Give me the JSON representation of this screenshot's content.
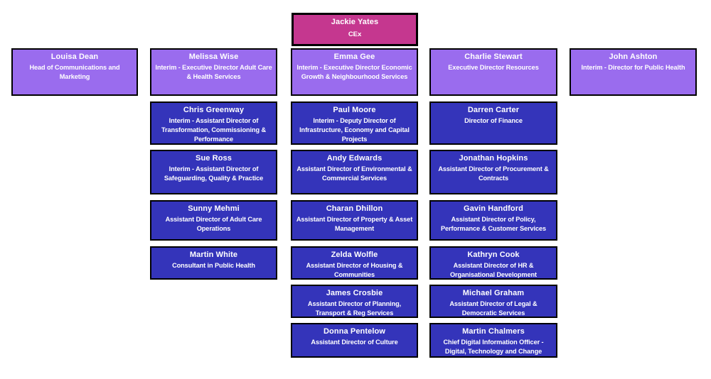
{
  "colors": {
    "ceo_box": "#c5378f",
    "executive_box": "#9a6cee",
    "report_box": "#3434ba",
    "border": "#000000",
    "text": "#ffffff",
    "background": "#ffffff"
  },
  "org_chart": {
    "ceo": {
      "name": "Jackie Yates",
      "title": "CEx"
    },
    "executives": [
      {
        "name": "Louisa Dean",
        "title": "Head of Communications and Marketing"
      },
      {
        "name": "Melissa Wise",
        "title": "Interim - Executive Director Adult Care & Health Services"
      },
      {
        "name": "Emma Gee",
        "title": "Interim - Executive Director Economic Growth & Neighbourhood Services"
      },
      {
        "name": "Charlie Stewart",
        "title": "Executive Director Resources"
      },
      {
        "name": "John Ashton",
        "title": "Interim - Director for Public Health"
      }
    ],
    "report_columns": [
      {
        "under": "Melissa Wise",
        "column_index": 1,
        "members": [
          {
            "name": "Chris Greenway",
            "title": "Interim - Assistant Director of Transformation, Commissioning & Performance"
          },
          {
            "name": "Sue Ross",
            "title": "Interim - Assistant Director of Safeguarding, Quality & Practice"
          },
          {
            "name": "Sunny Mehmi",
            "title": "Assistant Director of Adult Care Operations"
          },
          {
            "name": "Martin White",
            "title": "Consultant in Public Health"
          }
        ]
      },
      {
        "under": "Emma Gee",
        "column_index": 2,
        "members": [
          {
            "name": "Paul Moore",
            "title": "Interim - Deputy Director of Infrastructure, Economy and Capital Projects"
          },
          {
            "name": "Andy Edwards",
            "title": "Assistant Director of Environmental & Commercial Services"
          },
          {
            "name": "Charan Dhillon",
            "title": "Assistant Director of Property & Asset Management"
          },
          {
            "name": "Zelda Wolfle",
            "title": "Assistant Director of Housing & Communities"
          },
          {
            "name": "James Crosbie",
            "title": "Assistant Director of Planning, Transport & Reg Services"
          },
          {
            "name": "Donna Pentelow",
            "title": "Assistant Director of Culture"
          }
        ]
      },
      {
        "under": "Charlie Stewart",
        "column_index": 3,
        "members": [
          {
            "name": "Darren Carter",
            "title": "Director of Finance"
          },
          {
            "name": "Jonathan Hopkins",
            "title": "Assistant Director of Procurement & Contracts"
          },
          {
            "name": "Gavin Handford",
            "title": "Assistant Director of Policy, Performance & Customer Services"
          },
          {
            "name": "Kathryn Cook",
            "title": "Assistant Director of HR & Organisational Development"
          },
          {
            "name": "Michael Graham",
            "title": "Assistant Director of Legal & Democratic Services"
          },
          {
            "name": "Martin Chalmers",
            "title": "Chief Digital Information Officer - Digital, Technology and Change"
          }
        ]
      }
    ]
  }
}
